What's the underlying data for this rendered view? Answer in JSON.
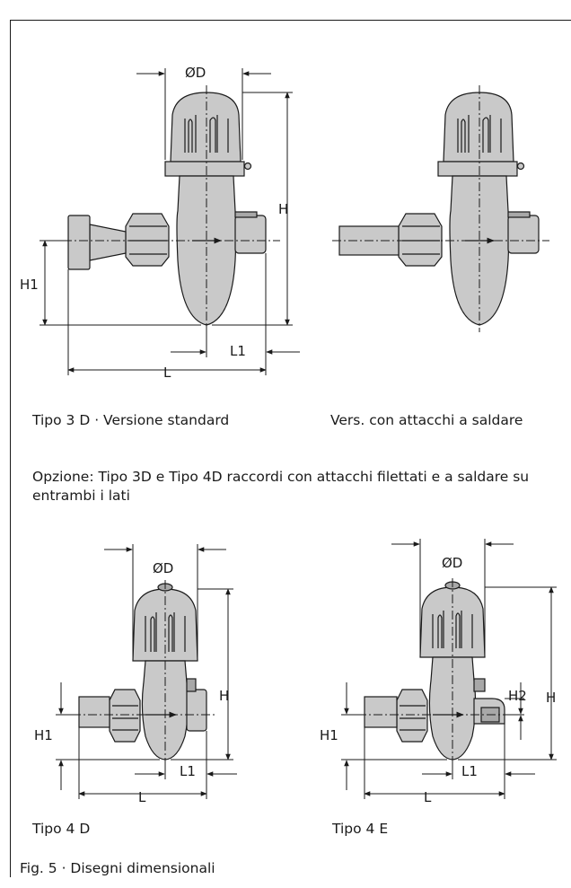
{
  "labels": {
    "od": "ØD",
    "h": "H",
    "h1": "H1",
    "h2": "H2",
    "l": "L",
    "l1": "L1"
  },
  "captions": {
    "top_left": "Tipo 3 D · Versione standard",
    "top_right": "Vers. con attacchi a saldare",
    "option_note": "Opzione: Tipo 3D e Tipo 4D raccordi con attacchi filettati e a saldare su entrambi i lati",
    "bottom_left": "Tipo 4 D",
    "bottom_right": "Tipo 4 E",
    "figure": "Fig. 5 · Disegni dimensionali"
  },
  "colors": {
    "body_fill": "#c9c9c9",
    "dark_fill": "#a8a8a8",
    "line": "#1a1a1a"
  }
}
